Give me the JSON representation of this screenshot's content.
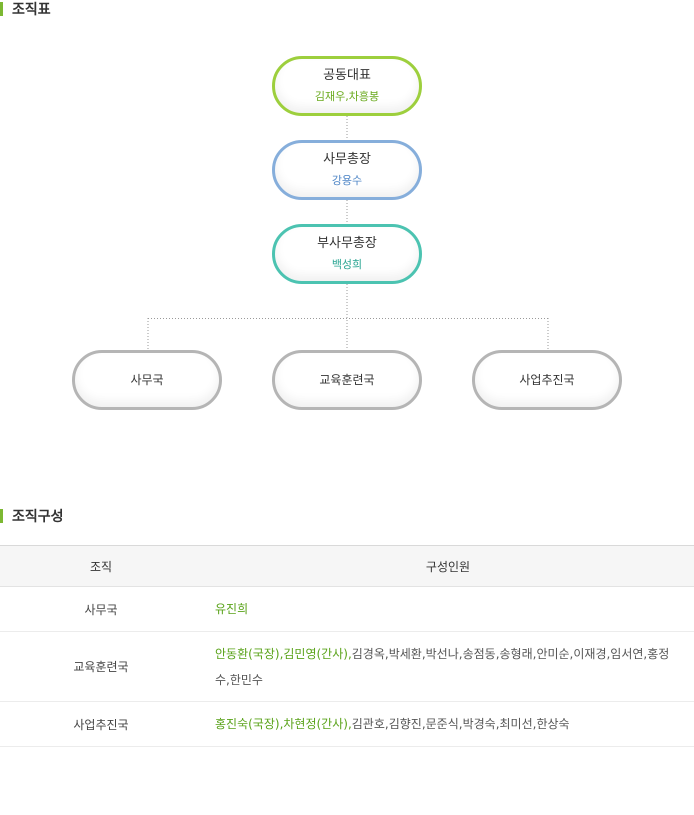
{
  "sections": {
    "chart_title": "조직표",
    "table_title": "조직구성"
  },
  "org_chart": {
    "levels": [
      {
        "title": "공동대표",
        "names": "김재우,차흥봉"
      },
      {
        "title": "사무총장",
        "names": "강용수"
      },
      {
        "title": "부사무총장",
        "names": "백성희"
      }
    ],
    "departments": [
      "사무국",
      "교육훈련국",
      "사업추진국"
    ]
  },
  "table": {
    "headers": [
      "조직",
      "구성인원"
    ],
    "rows": [
      {
        "dept": "사무국",
        "highlight": "유진희",
        "others": ""
      },
      {
        "dept": "교육훈련국",
        "highlight": "안동환(국장),김민영(간사),",
        "others": "김경옥,박세환,박선나,송점동,송형래,안미순,이재경,임서연,홍정수,한민수"
      },
      {
        "dept": "사업추진국",
        "highlight": "홍진숙(국장),차현정(간사),",
        "others": "김관호,김향진,문준식,박경숙,최미선,한상숙"
      }
    ]
  },
  "colors": {
    "accent": "#7cb832",
    "ceo_border": "#9dcf3d",
    "secretary_border": "#86aedb",
    "deputy_border": "#4cc3b1",
    "dept_border": "#b5b5b5"
  }
}
